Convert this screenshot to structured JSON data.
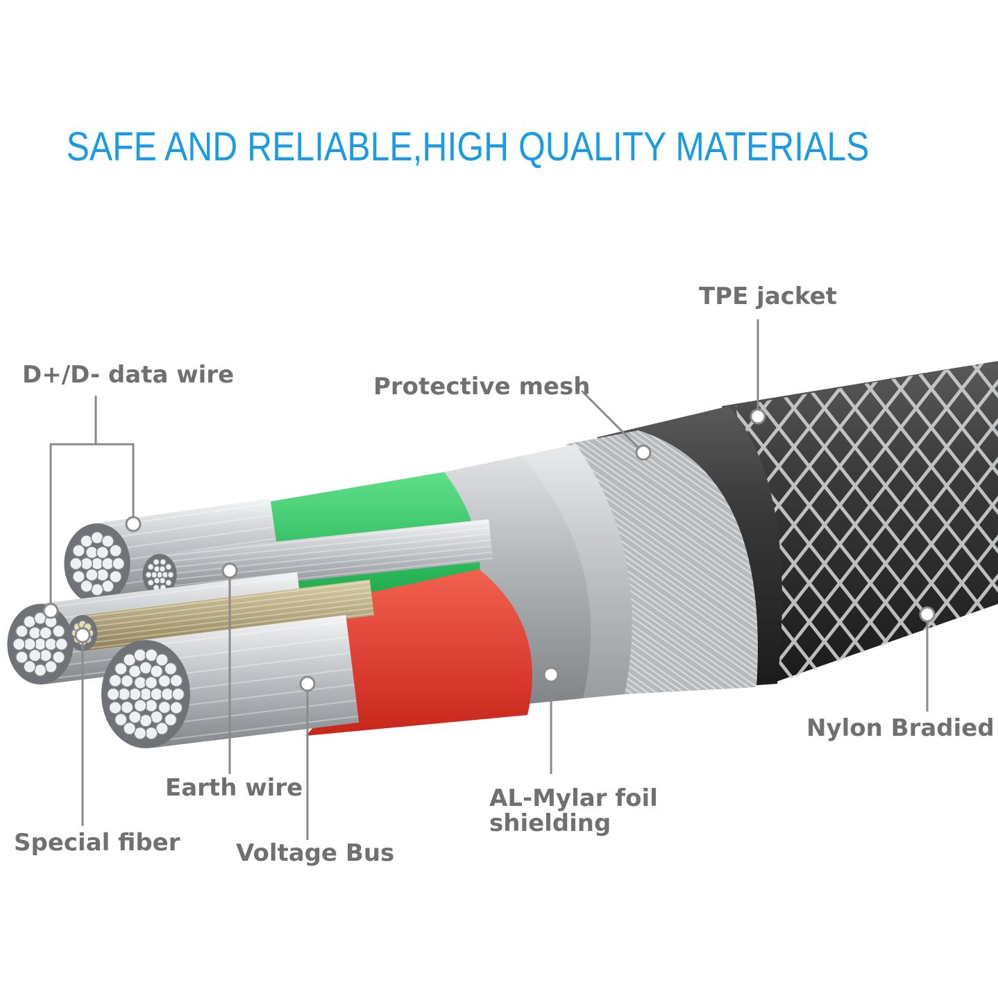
{
  "headline": "SAFE AND RELIABLE,HIGH QUALITY MATERIALS",
  "colors": {
    "headline": "#1a9be2",
    "label": "#707070",
    "leader": "#8a8a8a",
    "green_insulation": "#27c45c",
    "red_insulation": "#e5382a",
    "jacket": "#2c2c2c",
    "braid": "#bfc2c4",
    "foil": "#a9acaf",
    "copper": "#cfd3d6",
    "fiber": "#b8a67a"
  },
  "labels": {
    "tpe_jacket": "TPE jacket",
    "data_wire": "D+/D- data wire",
    "protective_mesh": "Protective mesh",
    "nylon_braided": "Nylon Bradied",
    "earth_wire": "Earth wire",
    "al_mylar": "AL-Mylar foil\nshielding",
    "special_fiber": "Special fiber",
    "voltage_bus": "Voltage Bus"
  }
}
